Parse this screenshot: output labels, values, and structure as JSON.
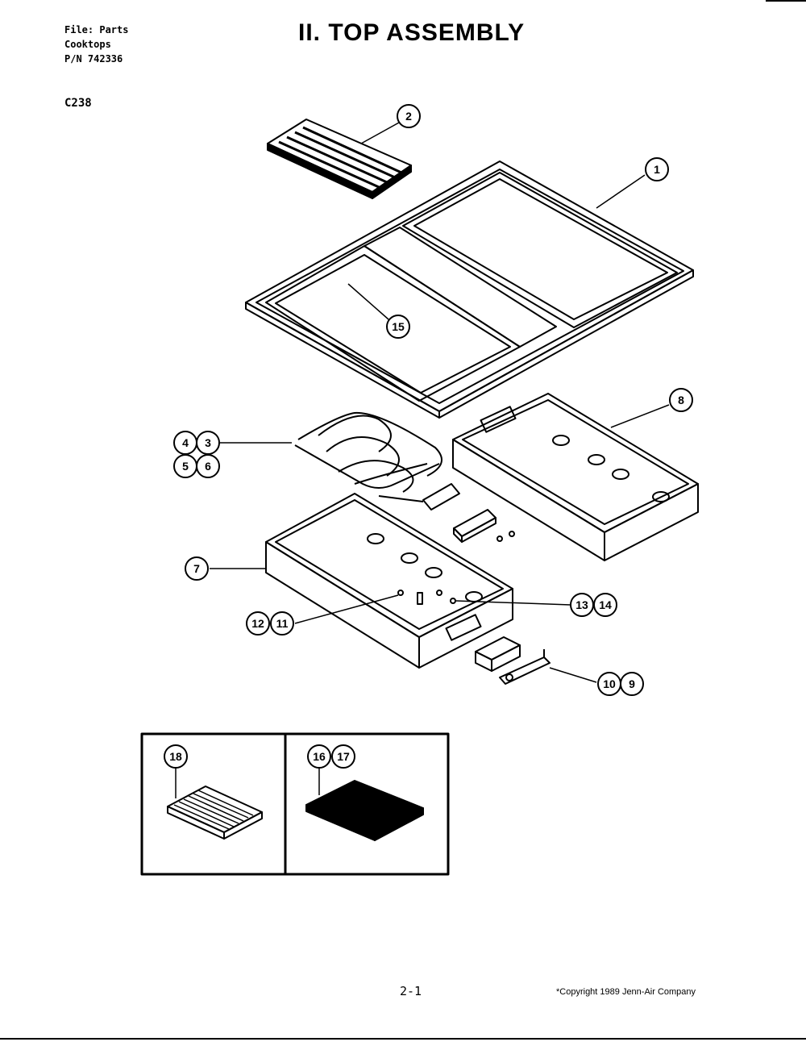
{
  "header": {
    "line1": "File: Parts",
    "line2": "Cooktops",
    "line3": "P/N 742336"
  },
  "model": "C238",
  "title": "II. TOP ASSEMBLY",
  "callouts": {
    "c1": "1",
    "c2": "2",
    "c3": "3",
    "c4": "4",
    "c5": "5",
    "c6": "6",
    "c7": "7",
    "c8": "8",
    "c9": "9",
    "c10": "10",
    "c11": "11",
    "c12": "12",
    "c13": "13",
    "c14": "14",
    "c15": "15",
    "c16": "16",
    "c17": "17",
    "c18": "18"
  },
  "footer": {
    "page": "2-1",
    "copyright": "*Copyright 1989 Jenn-Air Company"
  }
}
